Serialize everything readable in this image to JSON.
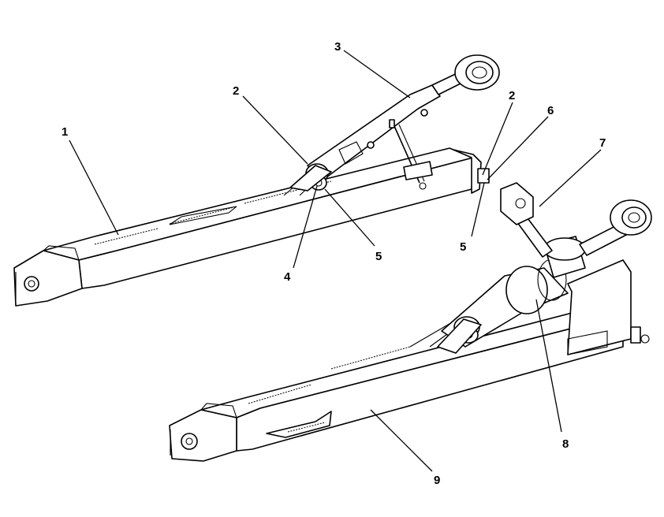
{
  "callouts": [
    {
      "id": "c1",
      "label": "1"
    },
    {
      "id": "c2a",
      "label": "2"
    },
    {
      "id": "c2b",
      "label": "2"
    },
    {
      "id": "c3",
      "label": "3"
    },
    {
      "id": "c4",
      "label": "4"
    },
    {
      "id": "c5a",
      "label": "5"
    },
    {
      "id": "c5b",
      "label": "5"
    },
    {
      "id": "c6",
      "label": "6"
    },
    {
      "id": "c7",
      "label": "7"
    },
    {
      "id": "c8",
      "label": "8"
    },
    {
      "id": "c9",
      "label": "9"
    }
  ],
  "colors": {
    "line": "#000000",
    "background": "#ffffff"
  }
}
